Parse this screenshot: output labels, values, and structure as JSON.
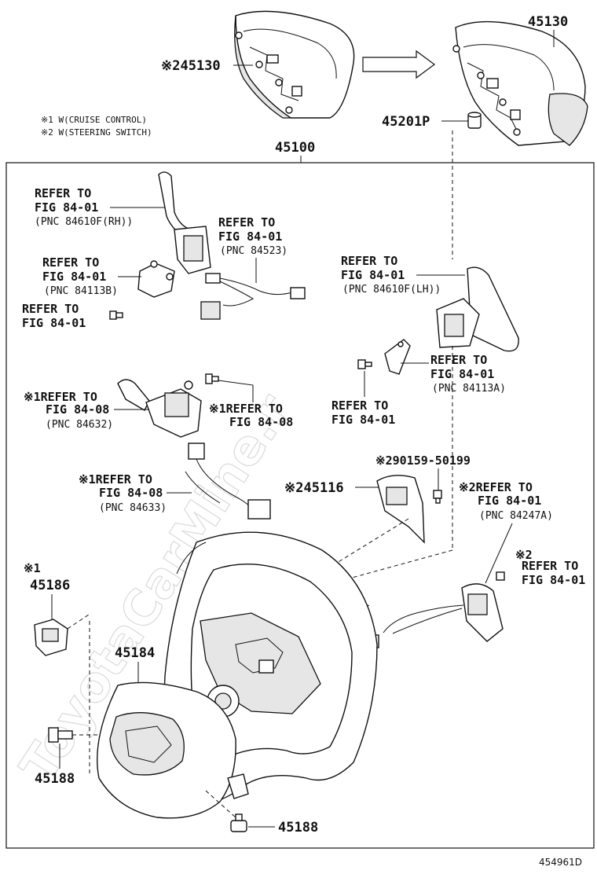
{
  "labels": {
    "p45130_top_left": "※245130",
    "p45130_top_right": "45130",
    "p45201p": "45201P",
    "note1": "※1 W(CRUISE CONTROL)",
    "note2": "※2 W(STEERING SWITCH)",
    "p45100": "45100",
    "ref_rh_1": "REFER TO",
    "ref_rh_2": "FIG 84-01",
    "ref_rh_3": "(PNC 84610F(RH))",
    "ref_84523_1": "REFER TO",
    "ref_84523_2": "FIG 84-01",
    "ref_84523_3": "(PNC 84523)",
    "ref_84113b_1": "REFER TO",
    "ref_84113b_2": "FIG 84-01",
    "ref_84113b_3": "(PNC 84113B)",
    "ref_bolt_l_1": "REFER TO",
    "ref_bolt_l_2": "FIG 84-01",
    "ref_lh_1": "REFER TO",
    "ref_lh_2": "FIG 84-01",
    "ref_lh_3": "(PNC 84610F(LH))",
    "ref_84113a_1": "REFER TO",
    "ref_84113a_2": "FIG 84-01",
    "ref_84113a_3": "(PNC 84113A)",
    "ref_bolt_c_1": "REFER TO",
    "ref_bolt_c_2": "FIG 84-01",
    "ref_84632_1": "※1REFER TO",
    "ref_84632_2": "FIG 84-08",
    "ref_84632_3": "(PNC 84632)",
    "ref_bolt_84_08_1": "※1REFER TO",
    "ref_bolt_84_08_2": "FIG 84-08",
    "ref_84633_1": "※1REFER TO",
    "ref_84633_2": "FIG 84-08",
    "ref_84633_3": "(PNC 84633)",
    "p90159": "※290159-50199",
    "p45116": "※245116",
    "ref_84247a_1": "※2REFER TO",
    "ref_84247a_2": "FIG 84-01",
    "ref_84247a_3": "(PNC 84247A)",
    "ref_screw_r_mark": "※2",
    "ref_screw_r_1": "REFER TO",
    "ref_screw_r_2": "FIG 84-01",
    "p45186_mark": "※1",
    "p45186": "45186",
    "p45184": "45184",
    "p45188_left": "45188",
    "p45188_bottom": "45188",
    "diagram_code": "454961D"
  },
  "watermark": "ToyotaCarMine.r",
  "colors": {
    "ink": "#111111",
    "paper": "#ffffff",
    "watermark": "#d9d9d9"
  }
}
